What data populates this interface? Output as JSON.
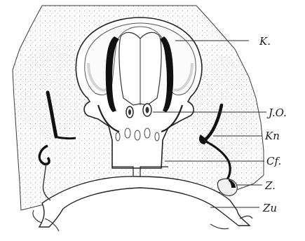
{
  "figure": {
    "labels": {
      "k": "K.",
      "jo": "J.O.",
      "kn": "Kn",
      "cf": "Cf.",
      "z": "Z.",
      "zu": "Zu"
    }
  }
}
